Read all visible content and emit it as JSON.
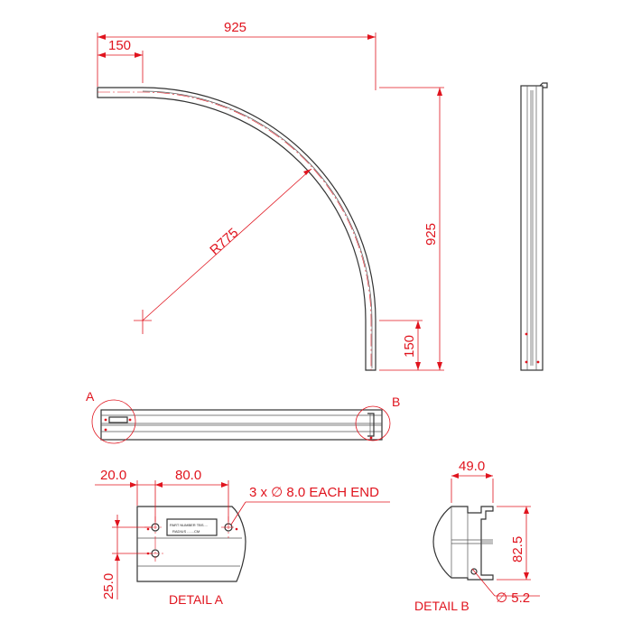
{
  "dimensions": {
    "overall_width": "925",
    "straight_top": "150",
    "overall_height": "925",
    "straight_bottom": "150",
    "radius": "R775"
  },
  "details": {
    "marker_a": "A",
    "marker_b": "B",
    "detail_a": {
      "title": "DETAIL A",
      "dim_edge": "20.0",
      "dim_pitch": "80.0",
      "dim_vertical": "25.0",
      "holes_note": "3 x ∅ 8.0 EACH END",
      "plate_line1": "PART NUMBER TBS....",
      "plate_line2": "RADIUS .......CM"
    },
    "detail_b": {
      "title": "DETAIL B",
      "dim_width": "49.0",
      "dim_height": "82.5",
      "dim_hole": "∅ 5.2"
    }
  },
  "colors": {
    "dimension": "#e0141e",
    "outline": "#333333"
  }
}
